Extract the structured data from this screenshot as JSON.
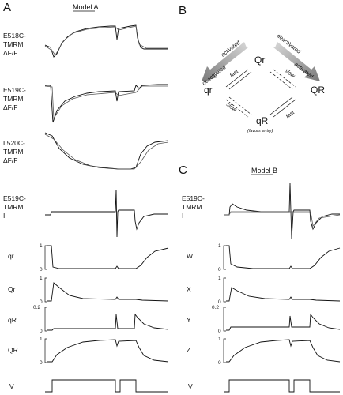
{
  "panels": {
    "a": "A",
    "b": "B",
    "c": "C"
  },
  "titles": {
    "model_a": "Model A",
    "model_b": "Model B"
  },
  "panel_a_traces": [
    {
      "line1": "E518C-",
      "line2": "TMRM",
      "line3": "ΔF/F"
    },
    {
      "line1": "E519C-",
      "line2": "TMRM",
      "line3": "ΔF/F"
    },
    {
      "line1": "L520C-",
      "line2": "TMRM",
      "line3": "ΔF/F"
    },
    {
      "line1": "E519C-",
      "line2": "TMRM",
      "line3": "I"
    }
  ],
  "panel_c_current": {
    "line1": "E519C-",
    "line2": "TMRM",
    "line3": "I"
  },
  "panel_a_states": [
    "qr",
    "Qr",
    "qR",
    "QR"
  ],
  "panel_c_states": [
    "W",
    "X",
    "Y",
    "Z"
  ],
  "voltage_label": "V",
  "ticks": {
    "one": "1",
    "zero": "0",
    "max_qR": "0.2",
    "max_Y": "0.2"
  },
  "scheme": {
    "states": {
      "top": "Qr",
      "left": "qr",
      "right": "QR",
      "bottom": "qR"
    },
    "bottom_note": "(favors entry)",
    "arrow_labels": {
      "top_left_out": "deactivated",
      "top_left_in": "activated",
      "top_right_in": "deactivated",
      "top_right_out": "activated",
      "left_upper": "fast",
      "right_upper": "slow",
      "left_lower": "slow",
      "right_lower": "fast"
    }
  }
}
